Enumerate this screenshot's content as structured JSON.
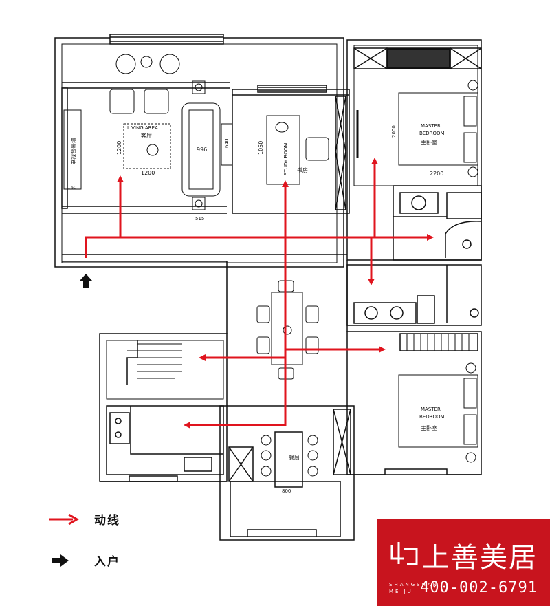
{
  "rooms": {
    "living_en": "L VING AREA",
    "living_cn": "客厅",
    "living_dim_w": "1200",
    "living_dim_h": "1200",
    "sofa_dim": "996",
    "sofa_side": "640",
    "tv_label": "电视背景墙",
    "tv_dim": "160",
    "study_en": "STUDY ROOM",
    "study_cn": "书房",
    "study_dim": "1050",
    "master_en": "MASTER",
    "master_en2": "BEDROOM",
    "master_cn": "主卧室",
    "master_dim_w": "2200",
    "master_dim_h": "2000",
    "second_en": "MASTER",
    "second_en2": "BEDROOM",
    "second_cn": "主卧室",
    "kitchen_dim": "800",
    "kitchen_cn": "餐厨",
    "side_dim": "515"
  },
  "legend": {
    "flow_label": "动线",
    "entry_label": "入户"
  },
  "brand": {
    "name": "上善美居",
    "pinyin1": "SHANGSHAN",
    "pinyin2": "MEIJU",
    "phone": "400-002-6791"
  },
  "colors": {
    "flow": "#e0141e",
    "wall": "#111111",
    "brand_bg": "#c8141e"
  }
}
